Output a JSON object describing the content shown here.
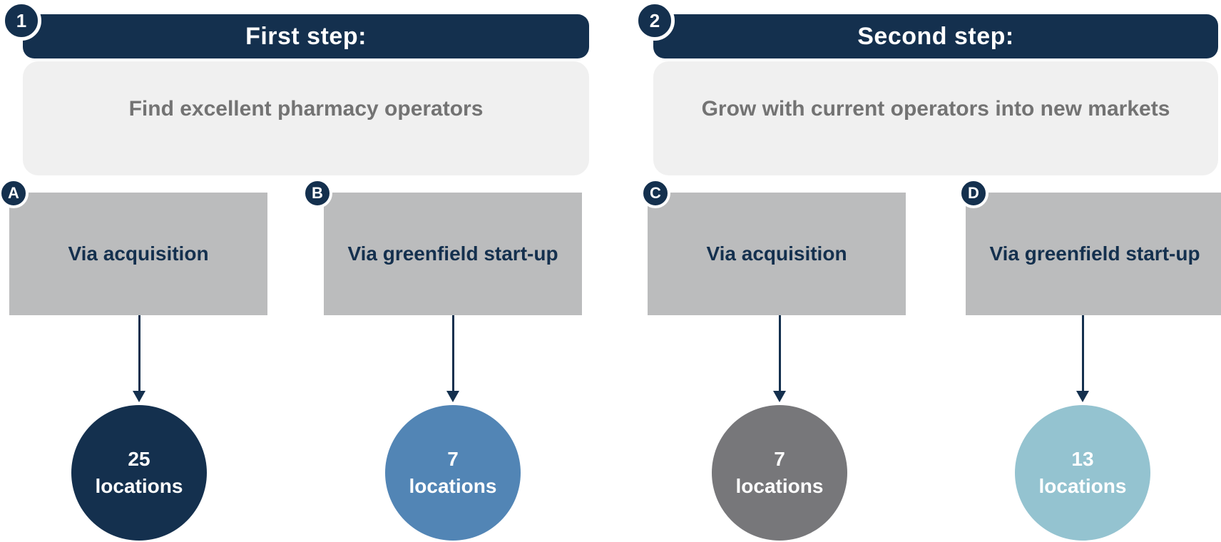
{
  "diagram": {
    "steps": [
      {
        "number": "1",
        "title": "First step:",
        "description": "Find excellent pharmacy operators"
      },
      {
        "number": "2",
        "title": "Second step:",
        "description": "Grow with current operators into new markets"
      }
    ],
    "branches": [
      {
        "letter": "A",
        "label": "Via acquisition",
        "count": "25",
        "unit": "locations",
        "color": "#14304E"
      },
      {
        "letter": "B",
        "label": "Via greenfield start-up",
        "count": "7",
        "unit": "locations",
        "color": "#5285B5"
      },
      {
        "letter": "C",
        "label": "Via acquisition",
        "count": "7",
        "unit": "locations",
        "color": "#77777A"
      },
      {
        "letter": "D",
        "label": "Via greenfield start-up",
        "count": "13",
        "unit": "locations",
        "color": "#94C3D0"
      }
    ],
    "colors": {
      "navy": "#14304E",
      "panel_gray": "#F0F0F0",
      "box_gray": "#BBBCBD",
      "description_text": "#737373",
      "circle_text": "#FFFFFF"
    }
  }
}
